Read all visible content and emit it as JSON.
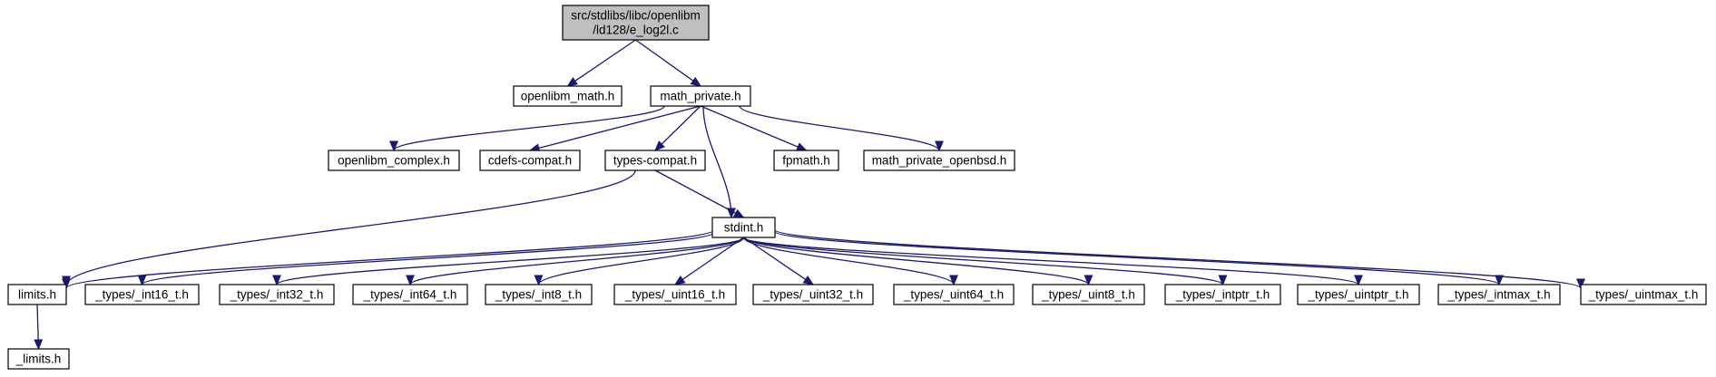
{
  "diagram": {
    "type": "include-dependency-graph",
    "nodes": {
      "root": {
        "lines": [
          "src/stdlibs/libc/openlibm",
          "/ld128/e_log2l.c"
        ]
      },
      "openlibm_math": {
        "lines": [
          "openlibm_math.h"
        ]
      },
      "math_private": {
        "lines": [
          "math_private.h"
        ]
      },
      "openlibm_complex": {
        "lines": [
          "openlibm_complex.h"
        ]
      },
      "cdefs_compat": {
        "lines": [
          "cdefs-compat.h"
        ]
      },
      "types_compat": {
        "lines": [
          "types-compat.h"
        ]
      },
      "fpmath": {
        "lines": [
          "fpmath.h"
        ]
      },
      "math_private_openbsd": {
        "lines": [
          "math_private_openbsd.h"
        ]
      },
      "stdint": {
        "lines": [
          "stdint.h"
        ]
      },
      "limits": {
        "lines": [
          "limits.h"
        ]
      },
      "types_int16": {
        "lines": [
          "_types/_int16_t.h"
        ]
      },
      "types_int32": {
        "lines": [
          "_types/_int32_t.h"
        ]
      },
      "types_int64": {
        "lines": [
          "_types/_int64_t.h"
        ]
      },
      "types_int8": {
        "lines": [
          "_types/_int8_t.h"
        ]
      },
      "types_uint16": {
        "lines": [
          "_types/_uint16_t.h"
        ]
      },
      "types_uint32": {
        "lines": [
          "_types/_uint32_t.h"
        ]
      },
      "types_uint64": {
        "lines": [
          "_types/_uint64_t.h"
        ]
      },
      "types_uint8": {
        "lines": [
          "_types/_uint8_t.h"
        ]
      },
      "types_intptr": {
        "lines": [
          "_types/_intptr_t.h"
        ]
      },
      "types_uintptr": {
        "lines": [
          "_types/_uintptr_t.h"
        ]
      },
      "types_intmax": {
        "lines": [
          "_types/_intmax_t.h"
        ]
      },
      "types_uintmax": {
        "lines": [
          "_types/_uintmax_t.h"
        ]
      },
      "_limits": {
        "lines": [
          "_limits.h"
        ]
      }
    },
    "edges": [
      [
        "root",
        "openlibm_math"
      ],
      [
        "root",
        "math_private"
      ],
      [
        "math_private",
        "openlibm_complex"
      ],
      [
        "math_private",
        "cdefs_compat"
      ],
      [
        "math_private",
        "types_compat"
      ],
      [
        "math_private",
        "stdint"
      ],
      [
        "math_private",
        "fpmath"
      ],
      [
        "math_private",
        "math_private_openbsd"
      ],
      [
        "types_compat",
        "limits"
      ],
      [
        "types_compat",
        "stdint"
      ],
      [
        "stdint",
        "limits"
      ],
      [
        "stdint",
        "types_int16"
      ],
      [
        "stdint",
        "types_int32"
      ],
      [
        "stdint",
        "types_int64"
      ],
      [
        "stdint",
        "types_int8"
      ],
      [
        "stdint",
        "types_uint16"
      ],
      [
        "stdint",
        "types_uint32"
      ],
      [
        "stdint",
        "types_uint64"
      ],
      [
        "stdint",
        "types_uint8"
      ],
      [
        "stdint",
        "types_intptr"
      ],
      [
        "stdint",
        "types_uintptr"
      ],
      [
        "stdint",
        "types_intmax"
      ],
      [
        "stdint",
        "types_uintmax"
      ],
      [
        "limits",
        "_limits"
      ]
    ],
    "colors": {
      "edge": "#191970",
      "root_fill": "#bfbfbf",
      "node_fill": "#ffffff",
      "border": "#000000"
    }
  }
}
